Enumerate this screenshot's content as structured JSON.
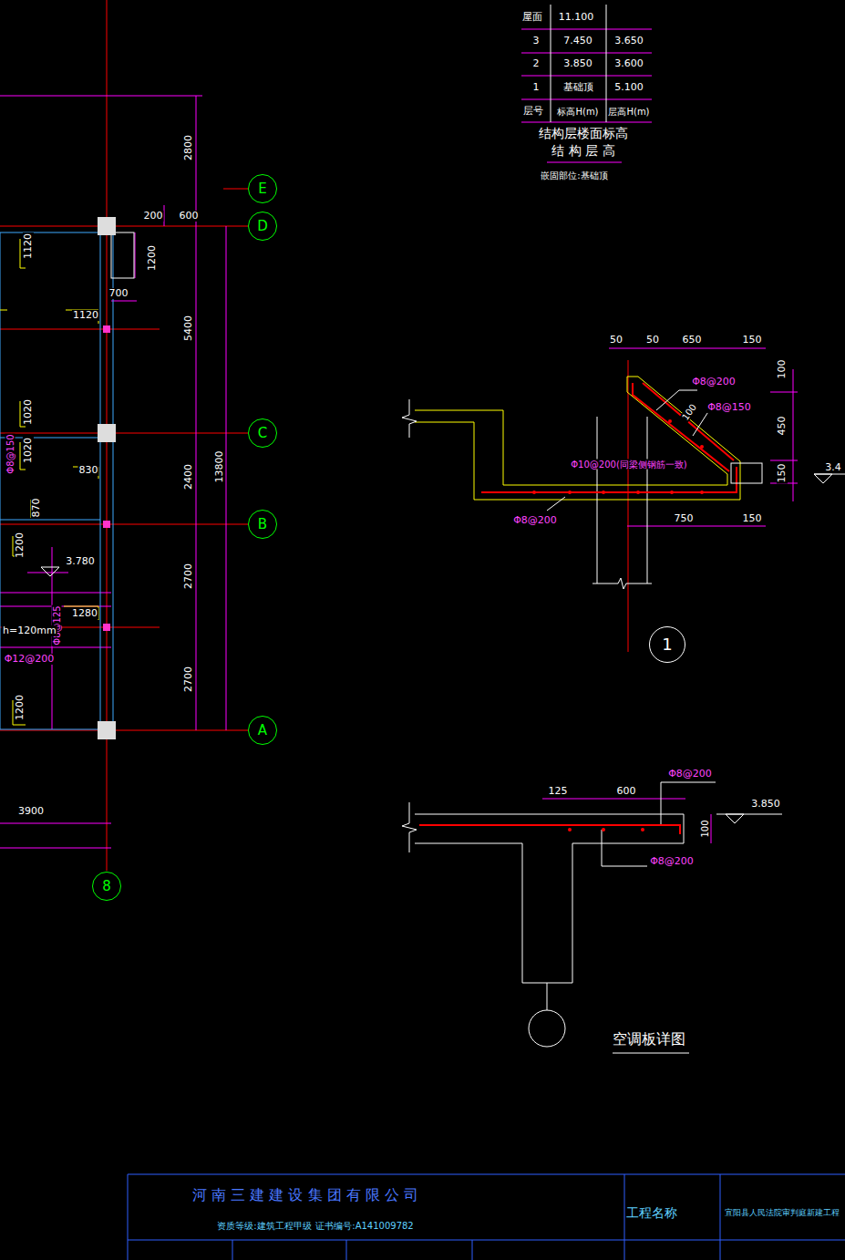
{
  "diagram": {
    "caption": "空调板详图",
    "nodes": [
      {
        "text": [
          "E"
        ]
      },
      {
        "text": [
          "D"
        ]
      },
      {
        "text": [
          "C"
        ]
      },
      {
        "text": [
          "B"
        ]
      },
      {
        "text": [
          "A"
        ]
      },
      {
        "text": [
          "8"
        ]
      },
      {
        "text": [
          "1"
        ]
      }
    ],
    "labels": [
      "屋面",
      "11.100",
      "3",
      "7.450",
      "3.650",
      "2",
      "3.850",
      "3.600",
      "1",
      "基础顶",
      "5.100",
      "层号",
      "标高H(m)",
      "层高H(m)",
      "结构层楼面标高",
      "结 构 层 高",
      "嵌固部位:基础顶",
      "2800",
      "200",
      "600",
      "1120",
      "1200",
      "700",
      "1120",
      "5400",
      "1020",
      "Φ8@150",
      "1020",
      "830",
      "2400",
      "13800",
      "870",
      "1200",
      "3.780",
      "2700",
      "Φ8@125",
      "1280",
      "h=120mm",
      "Φ12@200",
      "2700",
      "1200",
      "3900",
      "50",
      "50",
      "650",
      "150",
      "100",
      "Φ8@200",
      "Φ8@150",
      "100",
      "450",
      "150",
      "3.4",
      "Φ10@200(同梁侧钢筋一致)",
      "Φ8@200",
      "750",
      "150",
      "125",
      "600",
      "Φ8@200",
      "3.850",
      "100",
      "Φ8@200",
      "河 南 三 建 建 设 集 团 有 限 公 司",
      "资质等级:建筑工程甲级",
      "证书编号:A141009782",
      "工程名称",
      "宜阳县人民法院审判庭新建工程"
    ]
  }
}
